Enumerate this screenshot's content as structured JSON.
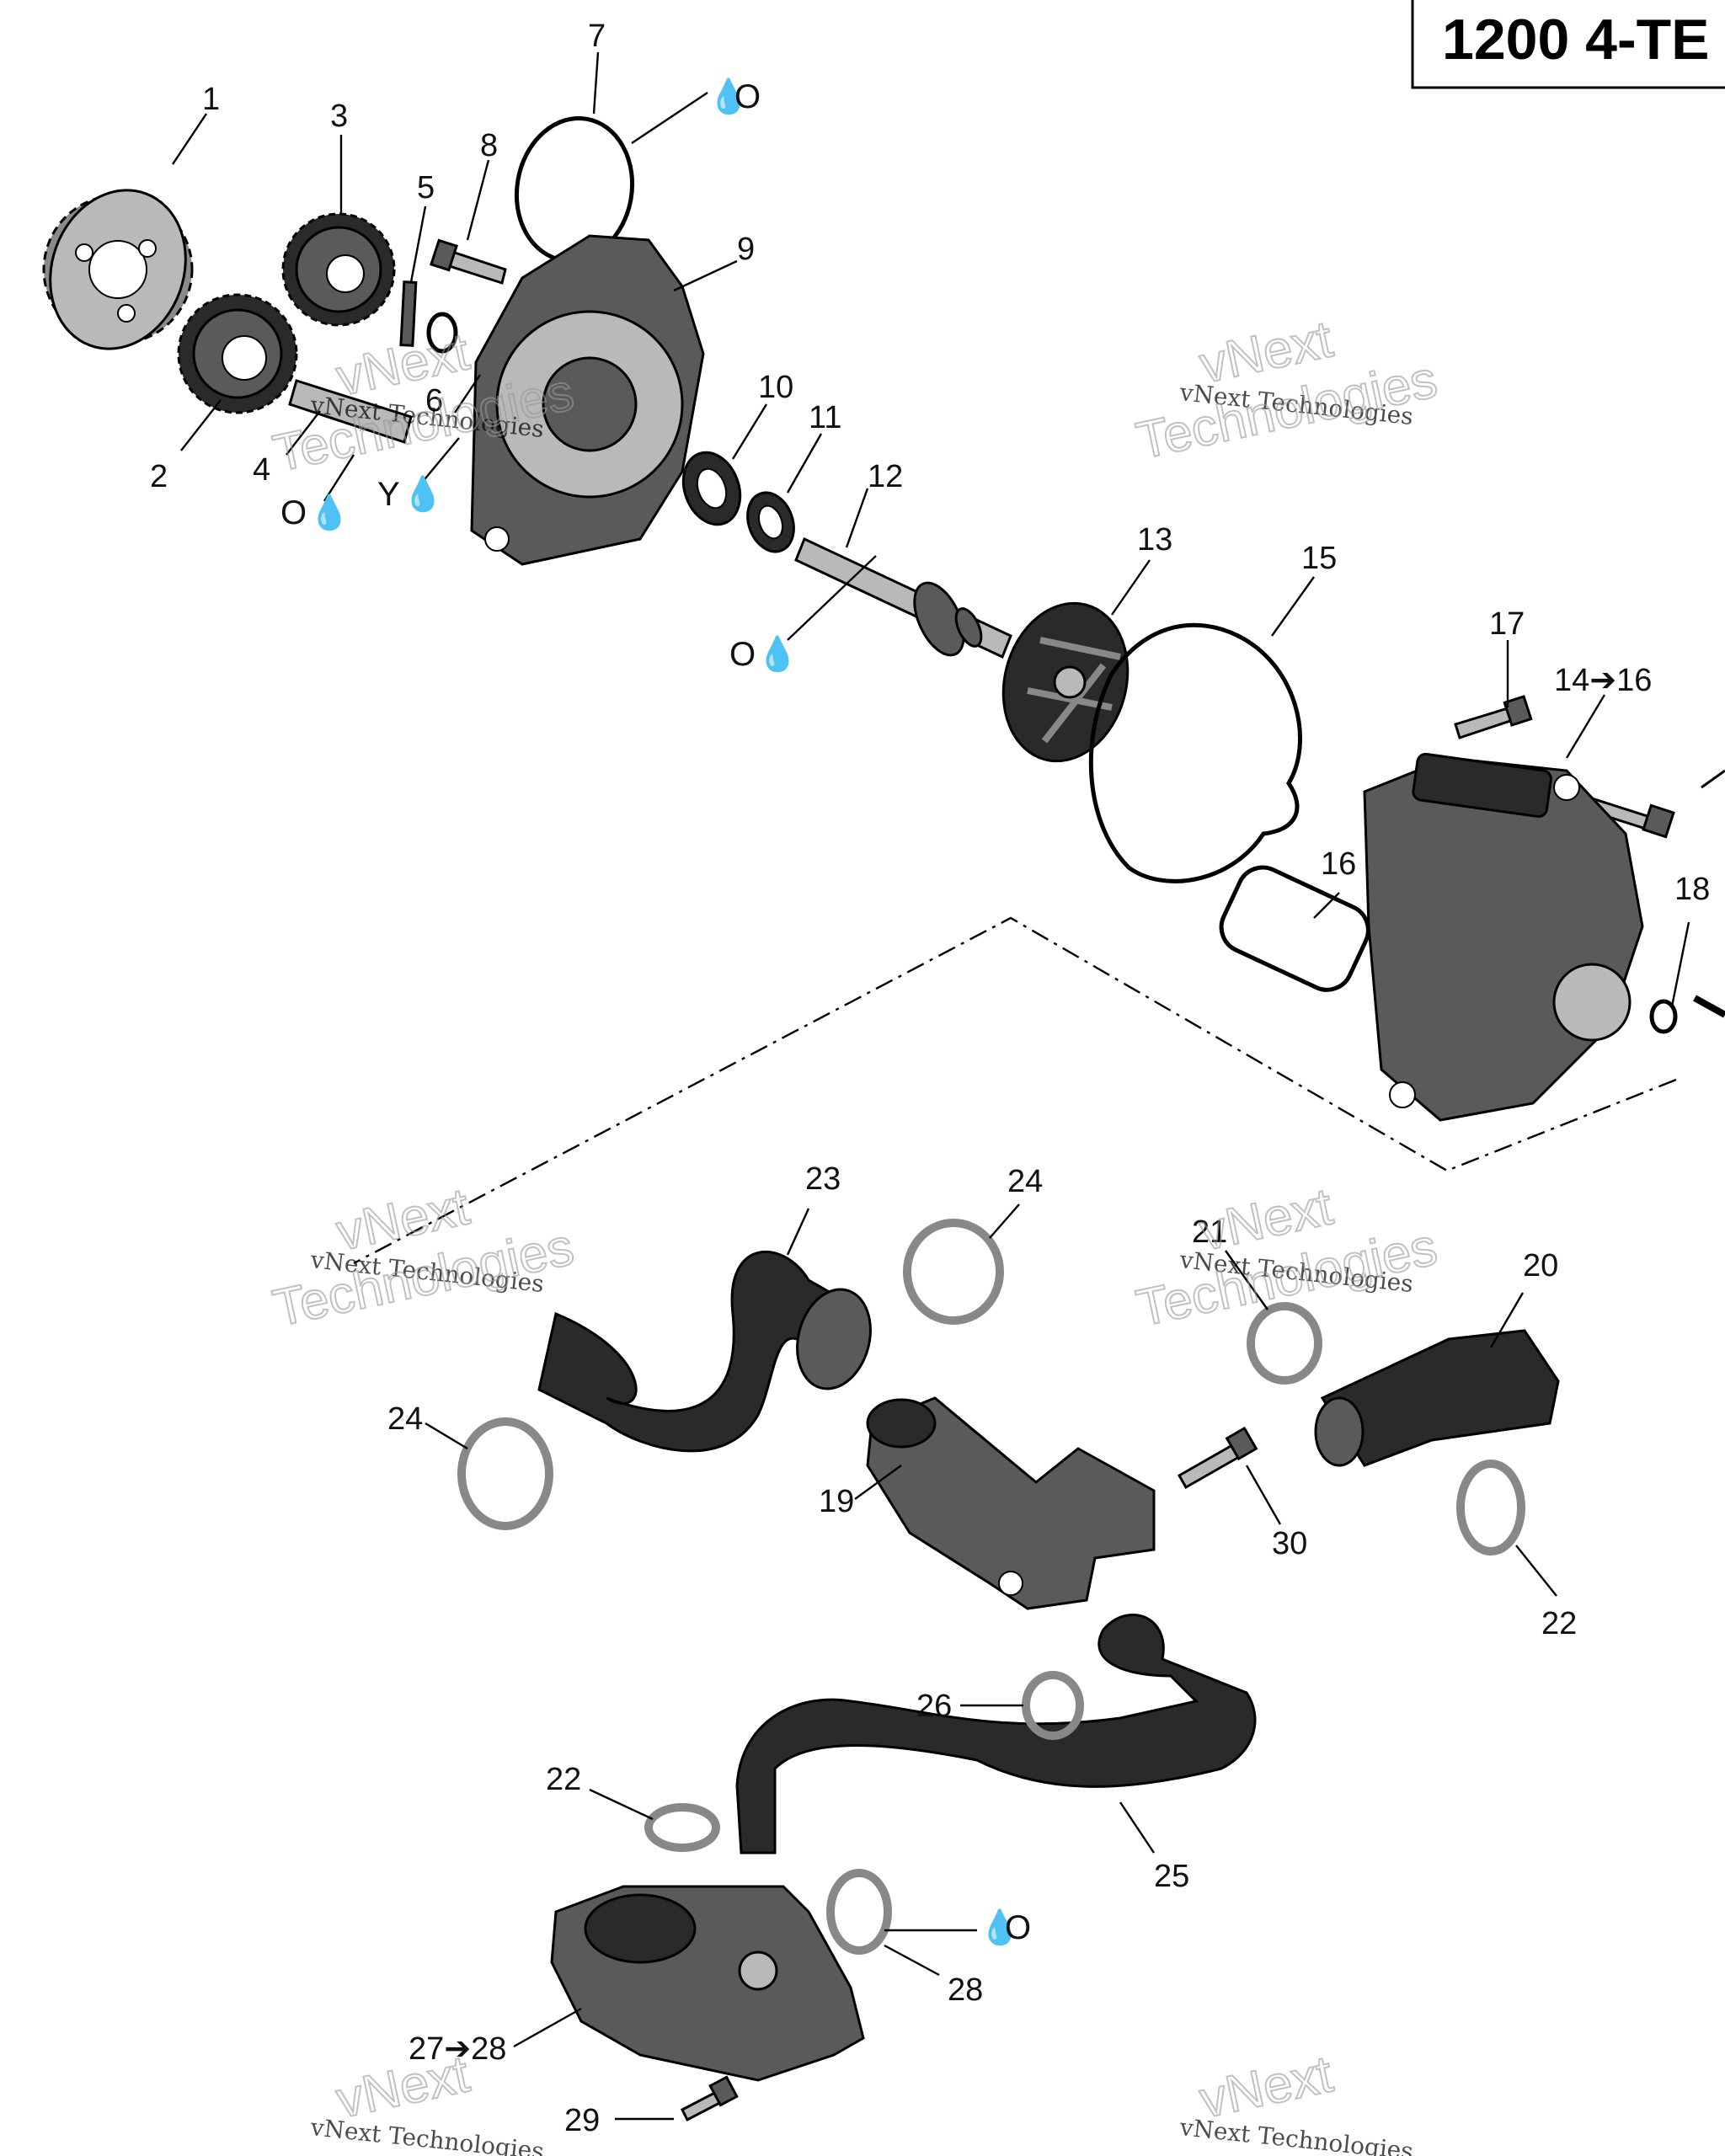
{
  "title": "1200 4-TE",
  "watermark": {
    "line1": "vNext Technologies",
    "line2_a": "vNext",
    "line2_b": "Technologies"
  },
  "symbols": {
    "drop": "💧"
  },
  "callouts": [
    {
      "id": "c1",
      "text": "1"
    },
    {
      "id": "c2",
      "text": "2"
    },
    {
      "id": "c3",
      "text": "3"
    },
    {
      "id": "c4",
      "text": "4"
    },
    {
      "id": "c5",
      "text": "5"
    },
    {
      "id": "c6",
      "text": "6"
    },
    {
      "id": "c7",
      "text": "7"
    },
    {
      "id": "c8",
      "text": "8"
    },
    {
      "id": "c9",
      "text": "9"
    },
    {
      "id": "c10",
      "text": "10"
    },
    {
      "id": "c11",
      "text": "11"
    },
    {
      "id": "c12",
      "text": "12"
    },
    {
      "id": "c13",
      "text": "13"
    },
    {
      "id": "c14",
      "text": "14➔16"
    },
    {
      "id": "c15",
      "text": "15"
    },
    {
      "id": "c16",
      "text": "16"
    },
    {
      "id": "c17",
      "text": "17"
    },
    {
      "id": "c18",
      "text": "18"
    },
    {
      "id": "c19",
      "text": "19"
    },
    {
      "id": "c20",
      "text": "20"
    },
    {
      "id": "c21",
      "text": "21"
    },
    {
      "id": "c22a",
      "text": "22"
    },
    {
      "id": "c22b",
      "text": "22"
    },
    {
      "id": "c23",
      "text": "23"
    },
    {
      "id": "c24a",
      "text": "24"
    },
    {
      "id": "c24b",
      "text": "24"
    },
    {
      "id": "c25",
      "text": "25"
    },
    {
      "id": "c26",
      "text": "26"
    },
    {
      "id": "c27",
      "text": "27➔28"
    },
    {
      "id": "c28",
      "text": "28"
    },
    {
      "id": "c29",
      "text": "29"
    },
    {
      "id": "c30",
      "text": "30"
    }
  ],
  "lube_marks": [
    {
      "id": "o7",
      "text": "O"
    },
    {
      "id": "o4",
      "text": "O"
    },
    {
      "id": "y6",
      "text": "Y"
    },
    {
      "id": "o12",
      "text": "O"
    },
    {
      "id": "o28",
      "text": "O"
    }
  ]
}
